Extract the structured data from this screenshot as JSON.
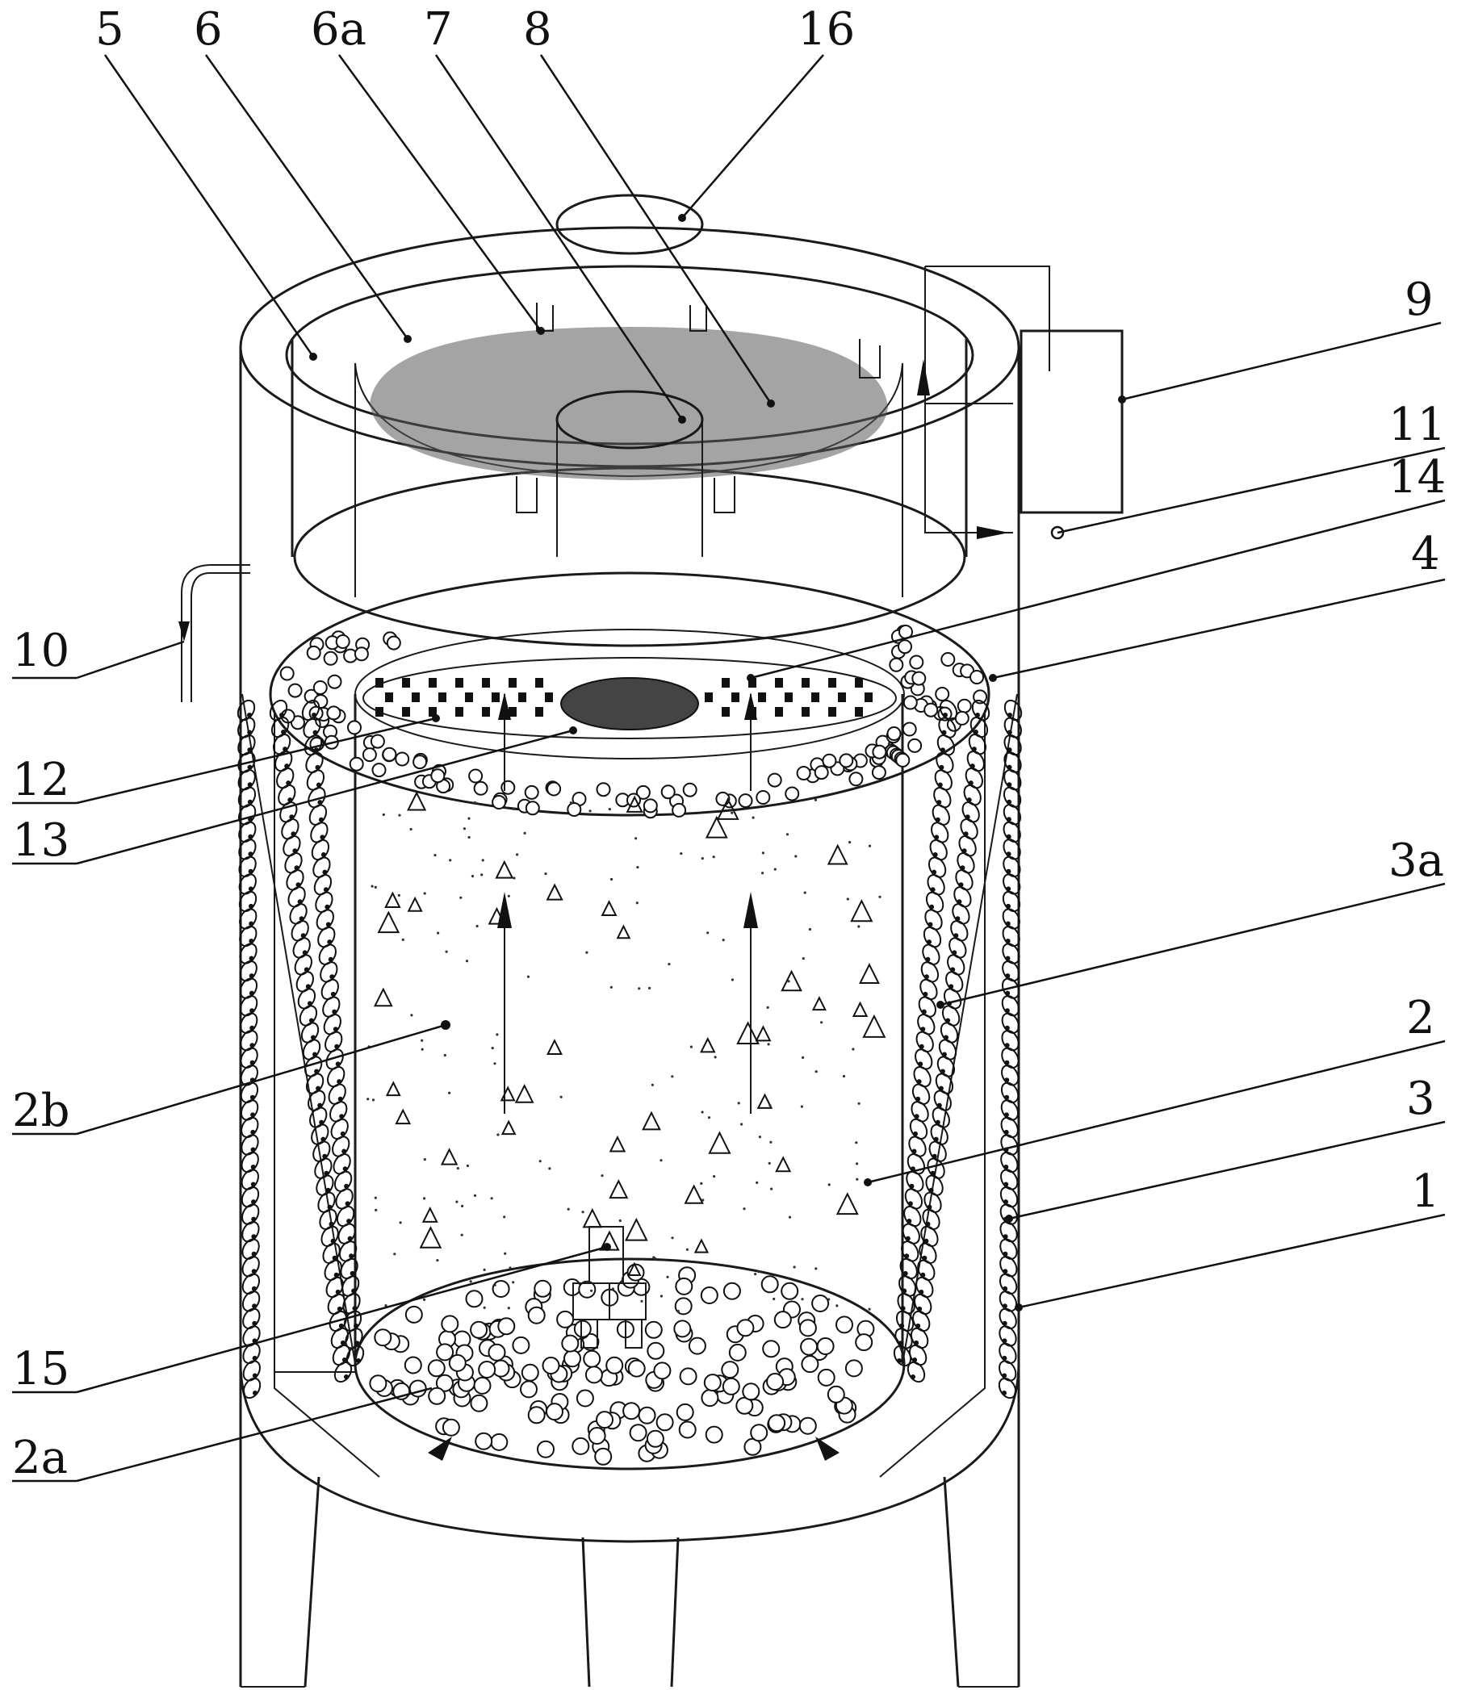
{
  "labels": {
    "l5": "5",
    "l6": "6",
    "l6a": "6a",
    "l7": "7",
    "l8": "8",
    "l16": "16",
    "l9": "9",
    "l11": "11",
    "l14": "14",
    "l4": "4",
    "l10": "10",
    "l12": "12",
    "l13": "13",
    "l3a": "3a",
    "l2": "2",
    "l3": "3",
    "l2b": "2b",
    "l1": "1",
    "l15": "15",
    "l2a": "2a"
  }
}
